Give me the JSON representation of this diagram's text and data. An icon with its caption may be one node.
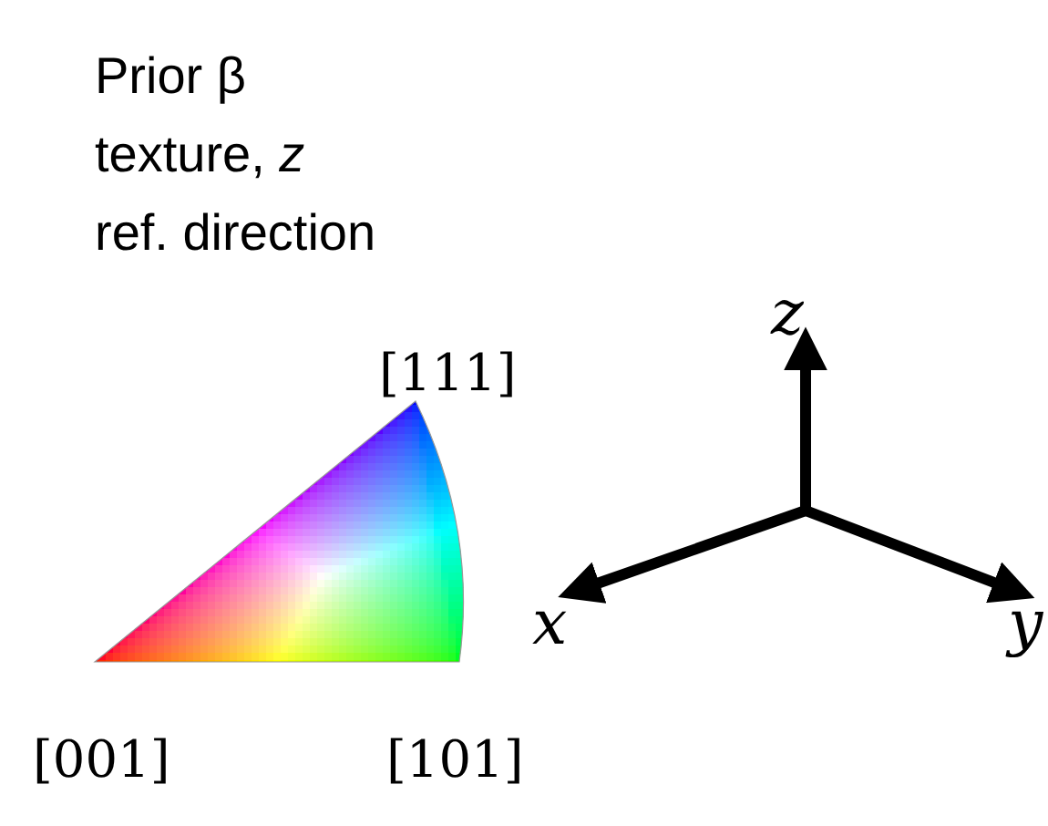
{
  "diagram": {
    "labels": [
      "Prior β texture, *z* ref. direction",
      "[111]",
      "[001]",
      "[101]",
      "z",
      "x",
      "y"
    ]
  }
}
